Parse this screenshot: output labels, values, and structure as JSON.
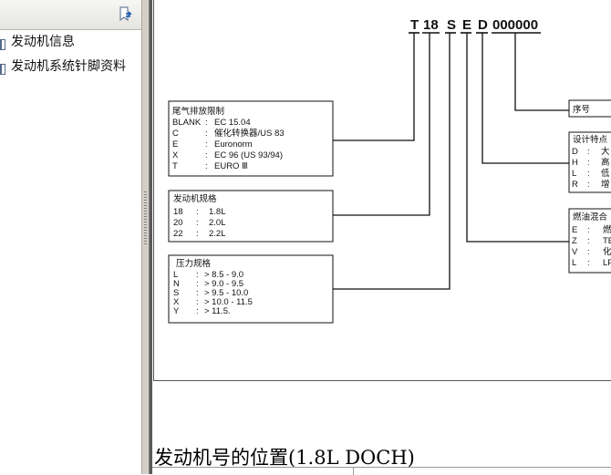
{
  "nav": {
    "sync_icon": "sync-bookmark-icon",
    "items": [
      {
        "label": "发动机信息"
      },
      {
        "label": "发动机系统针脚资料"
      }
    ]
  },
  "diagram": {
    "code_letters": [
      "T",
      "18",
      "S",
      "E",
      "D",
      "000000"
    ],
    "emission": {
      "title": "尾气排放限制",
      "rows": [
        {
          "code": "BLANK",
          "sep": ":",
          "value": "EC 15.04"
        },
        {
          "code": "C",
          "sep": ":",
          "value": "催化转换器/US 83"
        },
        {
          "code": "E",
          "sep": ":",
          "value": "Euronorm"
        },
        {
          "code": "X",
          "sep": ":",
          "value": "EC 96 (US 93/94)"
        },
        {
          "code": "T",
          "sep": ":",
          "value": "EURO Ⅲ"
        }
      ]
    },
    "size": {
      "title": "发动机规格",
      "rows": [
        {
          "code": "18",
          "sep": ":",
          "value": "1.8L"
        },
        {
          "code": "20",
          "sep": ":",
          "value": "2.0L"
        },
        {
          "code": "22",
          "sep": ":",
          "value": "2.2L"
        }
      ]
    },
    "pressure": {
      "title": "压力规格",
      "rows": [
        {
          "code": "L",
          "sep": ":",
          "value": "> 8.5 - 9.0"
        },
        {
          "code": "N",
          "sep": ":",
          "value": "> 9.0 - 9.5"
        },
        {
          "code": "S",
          "sep": ":",
          "value": "> 9.5 - 10.0"
        },
        {
          "code": "X",
          "sep": ":",
          "value": "> 10.0 - 11.5"
        },
        {
          "code": "Y",
          "sep": ":",
          "value": "> 11.5."
        }
      ]
    },
    "serial": {
      "title": "序号"
    },
    "design": {
      "title": "设计特点",
      "rows": [
        {
          "code": "D",
          "sep": ":",
          "value": "大"
        },
        {
          "code": "H",
          "sep": ":",
          "value": "高"
        },
        {
          "code": "L",
          "sep": ":",
          "value": "低"
        },
        {
          "code": "R",
          "sep": ":",
          "value": "增"
        }
      ]
    },
    "fuel": {
      "title": "燃油混合",
      "rows": [
        {
          "code": "E",
          "sep": ":",
          "value": "燃"
        },
        {
          "code": "Z",
          "sep": ":",
          "value": "TE"
        },
        {
          "code": "V",
          "sep": ":",
          "value": "化"
        },
        {
          "code": "L",
          "sep": ":",
          "value": "LP"
        }
      ]
    }
  },
  "document": {
    "heading": "发动机号的位置(1.8L DOCH)"
  }
}
